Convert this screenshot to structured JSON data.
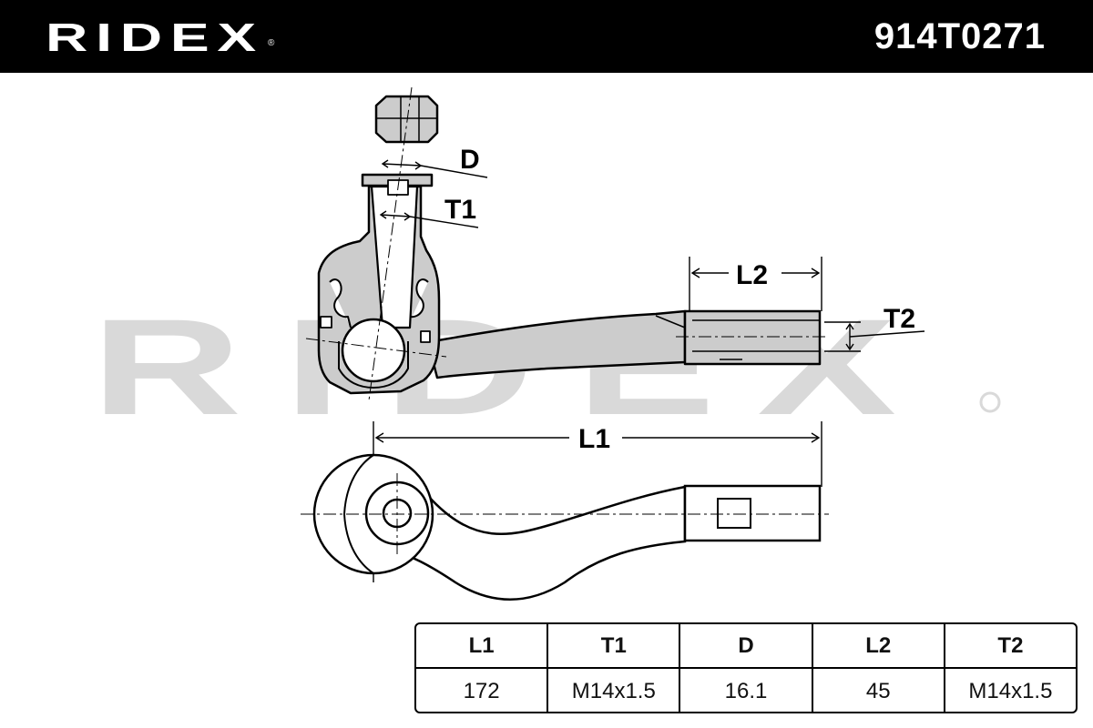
{
  "header": {
    "brand": "RIDEX",
    "part_number": "914T0271"
  },
  "drawing": {
    "watermark": "RIDEX",
    "dimension_labels": {
      "d": "D",
      "t1": "T1",
      "l2": "L2",
      "t2": "T2",
      "l1": "L1"
    }
  },
  "specs": {
    "headers": [
      "L1",
      "T1",
      "D",
      "L2",
      "T2"
    ],
    "values": [
      "172",
      "M14x1.5",
      "16.1",
      "45",
      "M14x1.5"
    ]
  },
  "colors": {
    "header_bg": "#000000",
    "header_text": "#ffffff",
    "watermark": "#d9d9d9",
    "part_fill": "#cccccc",
    "line": "#000000"
  }
}
